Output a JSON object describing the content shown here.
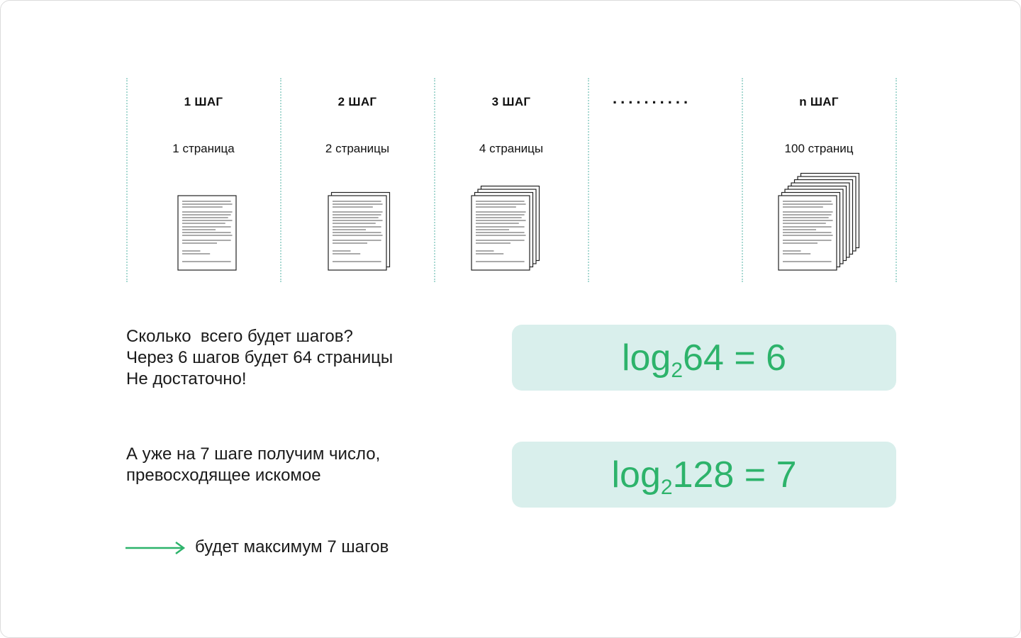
{
  "steps": [
    {
      "title": "1 ШАГ",
      "pages": "1 страница",
      "sheets": 1
    },
    {
      "title": "2 ШАГ",
      "pages": "2 страницы",
      "sheets": 2
    },
    {
      "title": "3 ШАГ",
      "pages": "4 страницы",
      "sheets": 4
    },
    {
      "title": "n ШАГ",
      "pages": "100 страниц",
      "sheets": 8
    }
  ],
  "ellipsis": "..........",
  "question_block": {
    "line1": "Сколько  всего будет шагов?",
    "line2": "Через 6 шагов будет 64 страницы",
    "line3": "Не достаточно!"
  },
  "formula1": {
    "log": "log",
    "base": "2",
    "rest": "64 = 6"
  },
  "answer_block": {
    "line1": "А уже на 7 шаге получим число,",
    "line2": "превосходящее искомое"
  },
  "formula2": {
    "log": "log",
    "base": "2",
    "rest": "128 = 7"
  },
  "conclusion": "будет максимум 7 шагов",
  "colors": {
    "accent": "#2db36b",
    "box_bg": "#d9efec",
    "divider": "#a9d9d2"
  }
}
